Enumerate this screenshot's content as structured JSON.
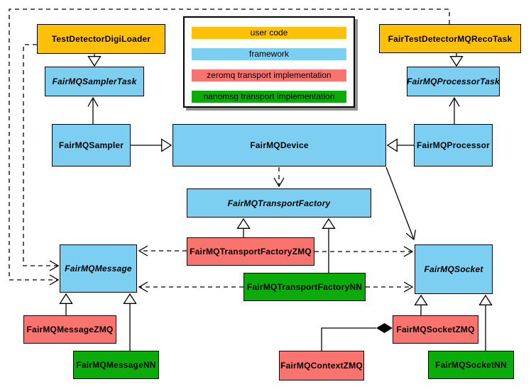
{
  "diagram": {
    "kind": "uml-class-diagram",
    "subject": "FairMQ framework classes and transport implementations"
  },
  "colors": {
    "user_code": "#FFC107",
    "framework": "#7DCFF2",
    "zeromq": "#F9736F",
    "nanomsg": "#0AAC0A",
    "line": "#000000",
    "legend_shadow": "#8F8F8F",
    "background": "#FFFFFF"
  },
  "legend": {
    "items": [
      {
        "label": "user code",
        "category": "user_code"
      },
      {
        "label": "framework",
        "category": "framework"
      },
      {
        "label": "zeromq transport implementation",
        "category": "zeromq"
      },
      {
        "label": "nanomsg transport implementation",
        "category": "nanomsg"
      }
    ]
  },
  "nodes": [
    {
      "label": "TestDetectorDigiLoader",
      "category": "user_code",
      "abstract": false
    },
    {
      "label": "FairTestDetectorMQRecoTask",
      "category": "user_code",
      "abstract": false
    },
    {
      "label": "FairMQSamplerTask",
      "category": "framework",
      "abstract": true
    },
    {
      "label": "FairMQProcessorTask",
      "category": "framework",
      "abstract": true
    },
    {
      "label": "FairMQSampler",
      "category": "framework",
      "abstract": false
    },
    {
      "label": "FairMQDevice",
      "category": "framework",
      "abstract": false
    },
    {
      "label": "FairMQProcessor",
      "category": "framework",
      "abstract": false
    },
    {
      "label": "FairMQTransportFactory",
      "category": "framework",
      "abstract": true
    },
    {
      "label": "FairMQTransportFactoryZMQ",
      "category": "zeromq",
      "abstract": false
    },
    {
      "label": "FairMQTransportFactoryNN",
      "category": "nanomsg",
      "abstract": false
    },
    {
      "label": "FairMQMessage",
      "category": "framework",
      "abstract": true
    },
    {
      "label": "FairMQSocket",
      "category": "framework",
      "abstract": true
    },
    {
      "label": "FairMQMessageZMQ",
      "category": "zeromq",
      "abstract": false
    },
    {
      "label": "FairMQMessageNN",
      "category": "nanomsg",
      "abstract": false
    },
    {
      "label": "FairMQSocketZMQ",
      "category": "zeromq",
      "abstract": false
    },
    {
      "label": "FairMQSocketNN",
      "category": "nanomsg",
      "abstract": false
    },
    {
      "label": "FairMQContextZMQ",
      "category": "zeromq",
      "abstract": false
    }
  ],
  "edges": [
    {
      "from": "TestDetectorDigiLoader",
      "to": "FairMQSamplerTask",
      "type": "generalization"
    },
    {
      "from": "FairTestDetectorMQRecoTask",
      "to": "FairMQProcessorTask",
      "type": "generalization"
    },
    {
      "from": "FairMQSampler",
      "to": "FairMQDevice",
      "type": "generalization"
    },
    {
      "from": "FairMQProcessor",
      "to": "FairMQDevice",
      "type": "generalization"
    },
    {
      "from": "FairMQSampler",
      "to": "FairMQSamplerTask",
      "type": "association"
    },
    {
      "from": "FairMQProcessor",
      "to": "FairMQProcessorTask",
      "type": "association"
    },
    {
      "from": "FairMQDevice",
      "to": "FairMQTransportFactory",
      "type": "dependency"
    },
    {
      "from": "FairMQDevice",
      "to": "FairMQSocket",
      "type": "association"
    },
    {
      "from": "FairMQTransportFactoryZMQ",
      "to": "FairMQTransportFactory",
      "type": "generalization"
    },
    {
      "from": "FairMQTransportFactoryNN",
      "to": "FairMQTransportFactory",
      "type": "generalization"
    },
    {
      "from": "FairMQTransportFactoryZMQ",
      "to": "FairMQMessage",
      "type": "dependency"
    },
    {
      "from": "FairMQTransportFactoryZMQ",
      "to": "FairMQSocket",
      "type": "dependency"
    },
    {
      "from": "FairMQTransportFactoryNN",
      "to": "FairMQMessage",
      "type": "dependency"
    },
    {
      "from": "FairMQTransportFactoryNN",
      "to": "FairMQSocket",
      "type": "dependency"
    },
    {
      "from": "TestDetectorDigiLoader",
      "to": "FairMQMessage",
      "type": "dependency"
    },
    {
      "from": "FairTestDetectorMQRecoTask",
      "to": "FairMQMessage",
      "type": "dependency"
    },
    {
      "from": "FairMQMessageZMQ",
      "to": "FairMQMessage",
      "type": "generalization"
    },
    {
      "from": "FairMQMessageNN",
      "to": "FairMQMessage",
      "type": "generalization"
    },
    {
      "from": "FairMQSocketZMQ",
      "to": "FairMQSocket",
      "type": "generalization"
    },
    {
      "from": "FairMQSocketNN",
      "to": "FairMQSocket",
      "type": "generalization"
    },
    {
      "from": "FairMQContextZMQ",
      "to": "FairMQSocketZMQ",
      "type": "composition"
    }
  ]
}
